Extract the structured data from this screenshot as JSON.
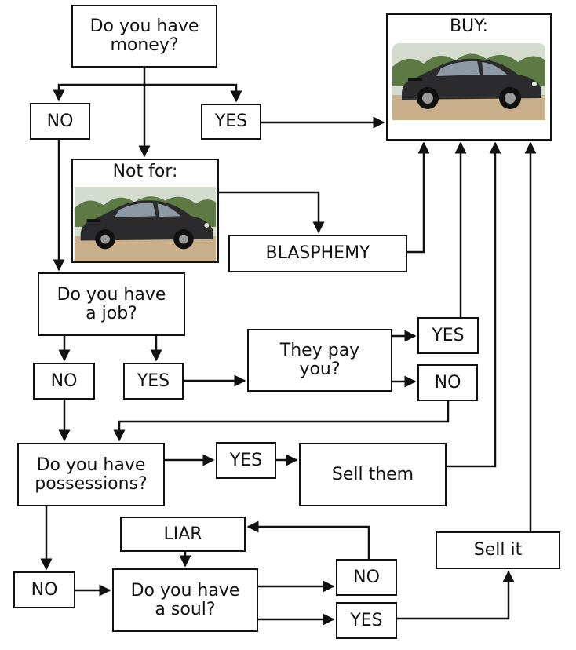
{
  "nodes": {
    "money_q": "Do you have\nmoney?",
    "no_1": "NO",
    "yes_1": "YES",
    "buy": "BUY:",
    "not_for": "Not for:",
    "blasphemy": "BLASPHEMY",
    "job_q": "Do you have\na job?",
    "no_2": "NO",
    "yes_2": "YES",
    "pay_q": "They pay\nyou?",
    "yes_3": "YES",
    "no_3": "NO",
    "possessions_q": "Do you have\npossessions?",
    "yes_4": "YES",
    "sell_them": "Sell them",
    "no_4": "NO",
    "liar": "LIAR",
    "soul_q": "Do you have\na soul?",
    "no_5": "NO",
    "yes_5": "YES",
    "sell_it": "Sell it"
  },
  "images": {
    "buy_car": "porsche-911-car-photo",
    "not_for_car": "porsche-911-car-photo"
  },
  "colors": {
    "line": "#111111",
    "car_body": "#2b2b2e",
    "sky": "#cfd8cc",
    "trees": "#5d7a45",
    "ground": "#c9b08a"
  }
}
